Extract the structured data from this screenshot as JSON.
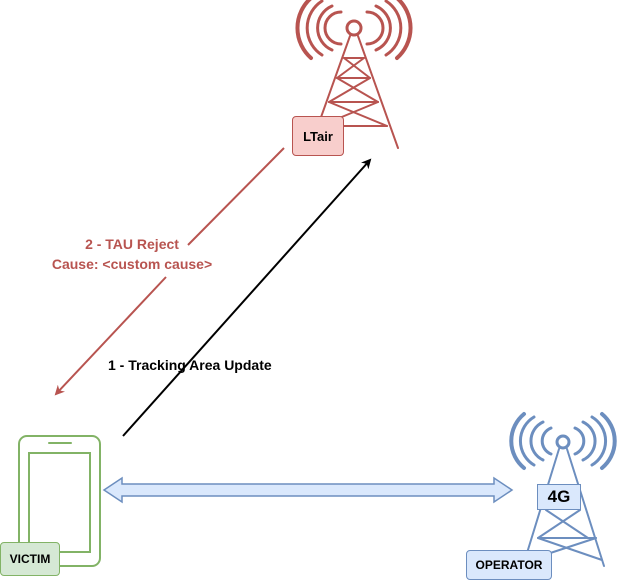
{
  "ltair": {
    "label": "LTair"
  },
  "victim": {
    "label": "VICTIM"
  },
  "operator": {
    "label": "OPERATOR",
    "network_label": "4G"
  },
  "messages": {
    "tracking_area_update": "1 - Tracking Area Update",
    "tau_reject_line1": "2 - TAU Reject",
    "tau_reject_line2": "Cause: <custom cause>"
  },
  "colors": {
    "ltair_red": "#b85450",
    "ltair_fill": "#f8cecc",
    "victim_green": "#82b366",
    "victim_fill": "#d5e8d4",
    "operator_blue": "#6c8ebf",
    "operator_fill": "#dae8fc"
  },
  "icons": [
    "cell-tower-icon",
    "smartphone-icon"
  ]
}
